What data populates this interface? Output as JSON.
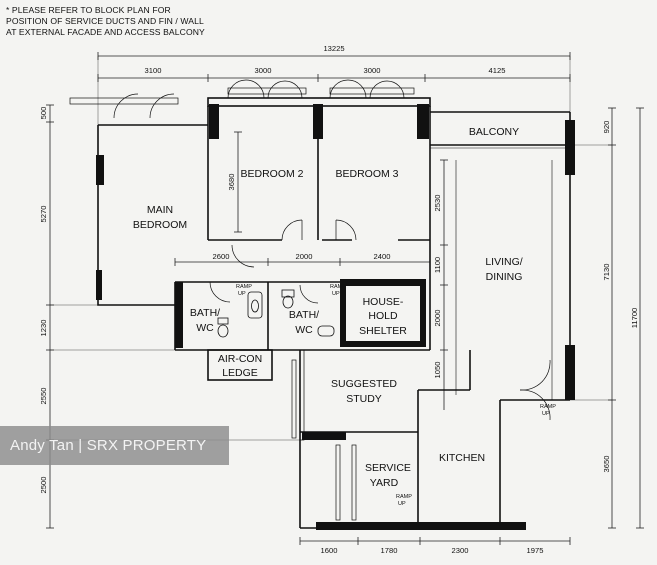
{
  "note": [
    "* PLEASE REFER TO BLOCK PLAN FOR",
    "POSITION OF SERVICE DUCTS AND FIN / WALL",
    "AT EXTERNAL FACADE AND ACCESS BALCONY"
  ],
  "dims": {
    "overall_top": "13225",
    "top_1": "3100",
    "top_2": "3000",
    "top_3": "3000",
    "top_4": "4125",
    "mid_1": "2600",
    "mid_2": "2000",
    "mid_3": "2400",
    "left_1": "500",
    "left_2": "5270",
    "left_3": "1230",
    "left_4": "2550",
    "left_5": "2500",
    "bed_h": "3680",
    "inner_1": "2530",
    "inner_2": "1100",
    "inner_3": "2000",
    "inner_4": "1050",
    "right_1": "920",
    "right_2": "7130",
    "right_3": "3650",
    "overall_right": "11700",
    "bottom_1": "1600",
    "bottom_2": "1780",
    "bottom_3": "2300",
    "bottom_4": "1975"
  },
  "rooms": {
    "main_bedroom_1": "MAIN",
    "main_bedroom_2": "BEDROOM",
    "bedroom2": "BEDROOM 2",
    "bedroom3": "BEDROOM 3",
    "balcony": "BALCONY",
    "living_1": "LIVING/",
    "living_2": "DINING",
    "bath1_1": "BATH/",
    "bath1_2": "WC",
    "bath2_1": "BATH/",
    "bath2_2": "WC",
    "shelter_1": "HOUSE-",
    "shelter_2": "HOLD",
    "shelter_3": "SHELTER",
    "aircon_1": "AIR-CON",
    "aircon_2": "LEDGE",
    "study_1": "SUGGESTED",
    "study_2": "STUDY",
    "yard_1": "SERVICE",
    "yard_2": "YARD",
    "kitchen": "KITCHEN",
    "ramp": "RAMP",
    "up": "UP"
  },
  "watermark": "Andy Tan | SRX PROPERTY"
}
